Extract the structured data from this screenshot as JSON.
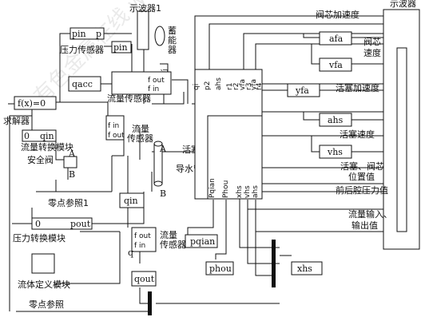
{
  "labels": {
    "scope_main": "示波器",
    "scope1": "示波器1",
    "accumulator": "蓄能器",
    "valve": "阀",
    "pressure_sensor": "压力传感器",
    "flow_sensor": "流量传感器",
    "flow_sensor_v1": "流量",
    "flow_sensor_v2": "传感器",
    "flow_sensor2_v1": "流量",
    "flow_sensor2_v2": "传感器",
    "solver": "求解器",
    "flow_convert": "流量转换模块",
    "safety_valve": "安全阀",
    "zero_ref1": "零点参照1",
    "pressure_convert": "压力转换模块",
    "fluid_def": "流体定义模块",
    "zero_ref": "零点参照",
    "piston": "活塞",
    "conduit": "导水管",
    "valve_accel": "阀芯加速度",
    "valve_speed_1": "阀芯",
    "valve_speed_2": "速度",
    "piston_accel": "活塞加速度",
    "piston_speed": "活塞速度",
    "position_1": "活塞、阀芯",
    "position_2": "位置值",
    "pressure_val": "前后腔压力值",
    "flow_io_1": "流量输入、",
    "flow_io_2": "输出值"
  },
  "blocks": {
    "pin": "pin",
    "p": "p",
    "pin2": "pin",
    "qacc": "qacc",
    "q": "q",
    "fout": "f out",
    "fin": "f in",
    "f_fx": "f(x)=0",
    "qin_conv": "qin",
    "zero": "0",
    "fin_a": "f in",
    "fout_a": "f out",
    "A": "A",
    "B": "B",
    "A2": "A",
    "B2": "B",
    "qin_b": "qin",
    "zero2": "0",
    "pout": "pout",
    "fout_b": "f out",
    "fin_b": "f in",
    "q2": "q",
    "qout": "qout",
    "pqian": "pqian",
    "phou": "phou",
    "xhs": "xhs",
    "afa": "afa",
    "vfa": "vfa",
    "yfa": "yfa",
    "ahs": "ahs",
    "vhs": "vhs"
  },
  "ports": {
    "qi": "qi",
    "p2": "p2",
    "ahs": "ahs",
    "r1": "r1",
    "r2": "r2",
    "vfa": "vfa",
    "r3": "r3",
    "yfa": "yfa",
    "r4": "r4",
    "r1b": "r1",
    "r2b": "r2",
    "r3b": "r3",
    "r4b": "r4",
    "Pqian": "Pqian",
    "Phou": "Phou",
    "xhs": "xhs",
    "vhs": "vhs",
    "ahs2": "ahs"
  },
  "watermark": "有色金属在线  www.cnmn.com.cn"
}
